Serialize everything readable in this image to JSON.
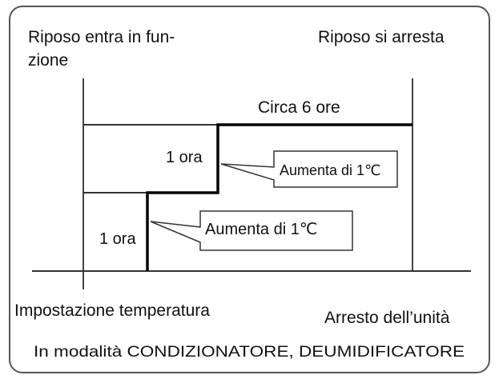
{
  "labels": {
    "sleep_start_line1": "Riposo entra in fun-",
    "sleep_start_line2": "zione",
    "sleep_stop": "Riposo si arresta",
    "about_hours": "Circa 6 ore",
    "one_hour_upper": "1 ora",
    "one_hour_lower": "1 ora",
    "increase_upper": "Aumenta di 1℃",
    "increase_lower": "Aumenta di 1℃",
    "temp_setting": "Impostazione temperatura",
    "unit_stop": "Arresto dell’unità",
    "mode_note": "In modalità CONDIZIONATORE, DEUMIDIFICATORE"
  },
  "colors": {
    "frame": "#555555",
    "line": "#333333",
    "bold_line": "#000000",
    "text": "#111111",
    "background": "#ffffff"
  }
}
